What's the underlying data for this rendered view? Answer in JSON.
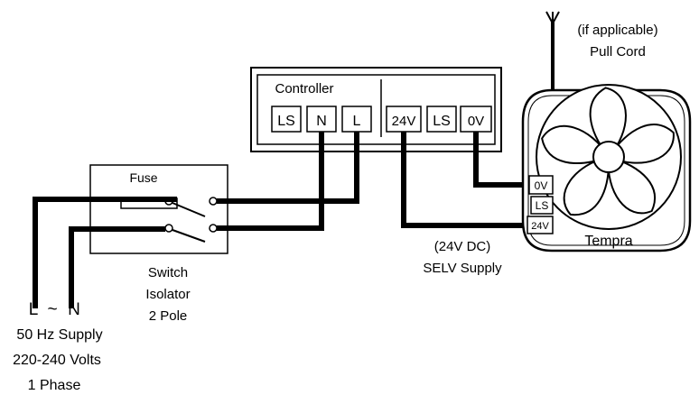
{
  "controller": {
    "title": "Controller",
    "terminals_left": [
      "LS",
      "N",
      "L"
    ],
    "terminals_right": [
      "24V",
      "LS",
      "0V"
    ]
  },
  "isolator": {
    "fuse_label": "Fuse",
    "caption": [
      "Switch",
      "Isolator",
      "2 Pole"
    ]
  },
  "supply": {
    "line_label": "L",
    "tilde_label": "~",
    "neutral_label": "N",
    "caption": [
      "50 Hz Supply",
      "220-240 Volts",
      "1 Phase"
    ]
  },
  "selv": {
    "caption": [
      "(24V DC)",
      "SELV Supply"
    ]
  },
  "fan": {
    "name": "Tempra",
    "terminals": [
      "0V",
      "LS",
      "24V"
    ],
    "pull_cord": [
      "(if applicable)",
      "Pull Cord"
    ]
  }
}
